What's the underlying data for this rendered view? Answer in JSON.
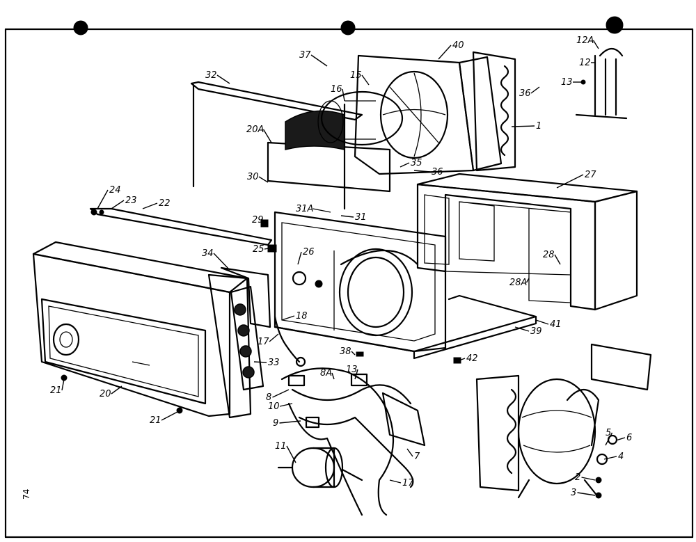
{
  "page_number": "74",
  "callouts": [
    "1",
    "2",
    "3",
    "4",
    "5",
    "6",
    "7",
    "8",
    "8A",
    "9",
    "10",
    "11",
    "12",
    "12A",
    "13",
    "13",
    "15",
    "16",
    "17",
    "17",
    "18",
    "20",
    "20A",
    "21",
    "21",
    "22",
    "23",
    "24",
    "25",
    "26",
    "27",
    "28",
    "28A",
    "29",
    "30",
    "31",
    "31A",
    "32",
    "33",
    "34",
    "35",
    "36",
    "36",
    "37",
    "38",
    "39",
    "40",
    "41",
    "42"
  ]
}
